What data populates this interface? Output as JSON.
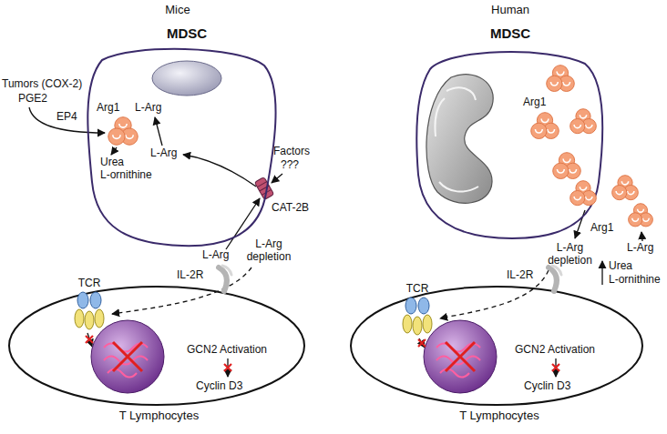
{
  "diagram": {
    "nodes": [
      {
        "text": [
          "MDSC"
        ]
      },
      {
        "text": [
          "Arg1"
        ],
        "in": 0
      },
      {
        "text": [
          "T Lymphocytes"
        ]
      },
      {
        "text": [
          "TCR"
        ],
        "in": 2
      },
      {
        "text": [
          "IL-2R"
        ],
        "in": 2
      },
      {
        "text": [
          "MDSC"
        ]
      },
      {
        "text": [
          "Arg1"
        ],
        "in": 5
      },
      {
        "text": [
          "Arg1"
        ]
      },
      {
        "text": [
          "T Lymphocytes"
        ]
      },
      {
        "text": [
          "TCR"
        ],
        "in": 8
      },
      {
        "text": [
          "IL-2R"
        ],
        "in": 8
      }
    ],
    "labels": [
      "Mice",
      "Tumors (COX-2)",
      "PGE2",
      "EP4",
      "L-Arg",
      "Urea",
      "L-ornithine",
      "L-Arg",
      "Factors",
      "???",
      "CAT-2B",
      "L-Arg",
      "L-Arg depletion",
      "GCN2 Activation",
      "Cyclin D3",
      "Human",
      "L-Arg",
      "L-Arg depletion",
      "Urea",
      "L-ornithine",
      "GCN2 Activation",
      "Cyclin D3"
    ]
  }
}
